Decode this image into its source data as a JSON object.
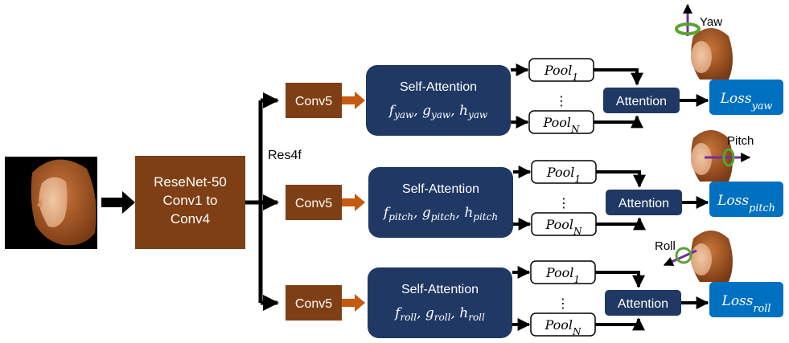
{
  "input_image": {
    "icon": "female-face-profile-photo"
  },
  "backbone": {
    "line1": "ReseNet-50",
    "line2": "Conv1 to",
    "line3": "Conv4"
  },
  "branch_label": "Res4f",
  "colors": {
    "brown": "#7f3f14",
    "navy": "#1f3864",
    "blue": "#0070c0",
    "arrow": "#000000",
    "axis_green": "#5aa332",
    "axis_purple": "#7030a0"
  },
  "branches": [
    {
      "key": "yaw",
      "conv": "Conv5",
      "sa_title": "Self-Attention",
      "sa_sub": "yaw",
      "pool_top_sub": "1",
      "pool_bot_sub": "N",
      "dots": "⋮",
      "attention": "Attention",
      "loss_sub": "yaw",
      "axis_label": "Yaw"
    },
    {
      "key": "pitch",
      "conv": "Conv5",
      "sa_title": "Self-Attention",
      "sa_sub": "pitch",
      "pool_top_sub": "1",
      "pool_bot_sub": "N",
      "dots": "⋮",
      "attention": "Attention",
      "loss_sub": "pitch",
      "axis_label": "Pitch"
    },
    {
      "key": "roll",
      "conv": "Conv5",
      "sa_title": "Self-Attention",
      "sa_sub": "roll",
      "pool_top_sub": "1",
      "pool_bot_sub": "N",
      "dots": "⋮",
      "attention": "Attention",
      "loss_sub": "roll",
      "axis_label": "Roll"
    }
  ],
  "math_letters": {
    "f": "f",
    "g": "g",
    "h": "h",
    "comma": ", ",
    "pool": "Pool",
    "loss": "Loss"
  }
}
